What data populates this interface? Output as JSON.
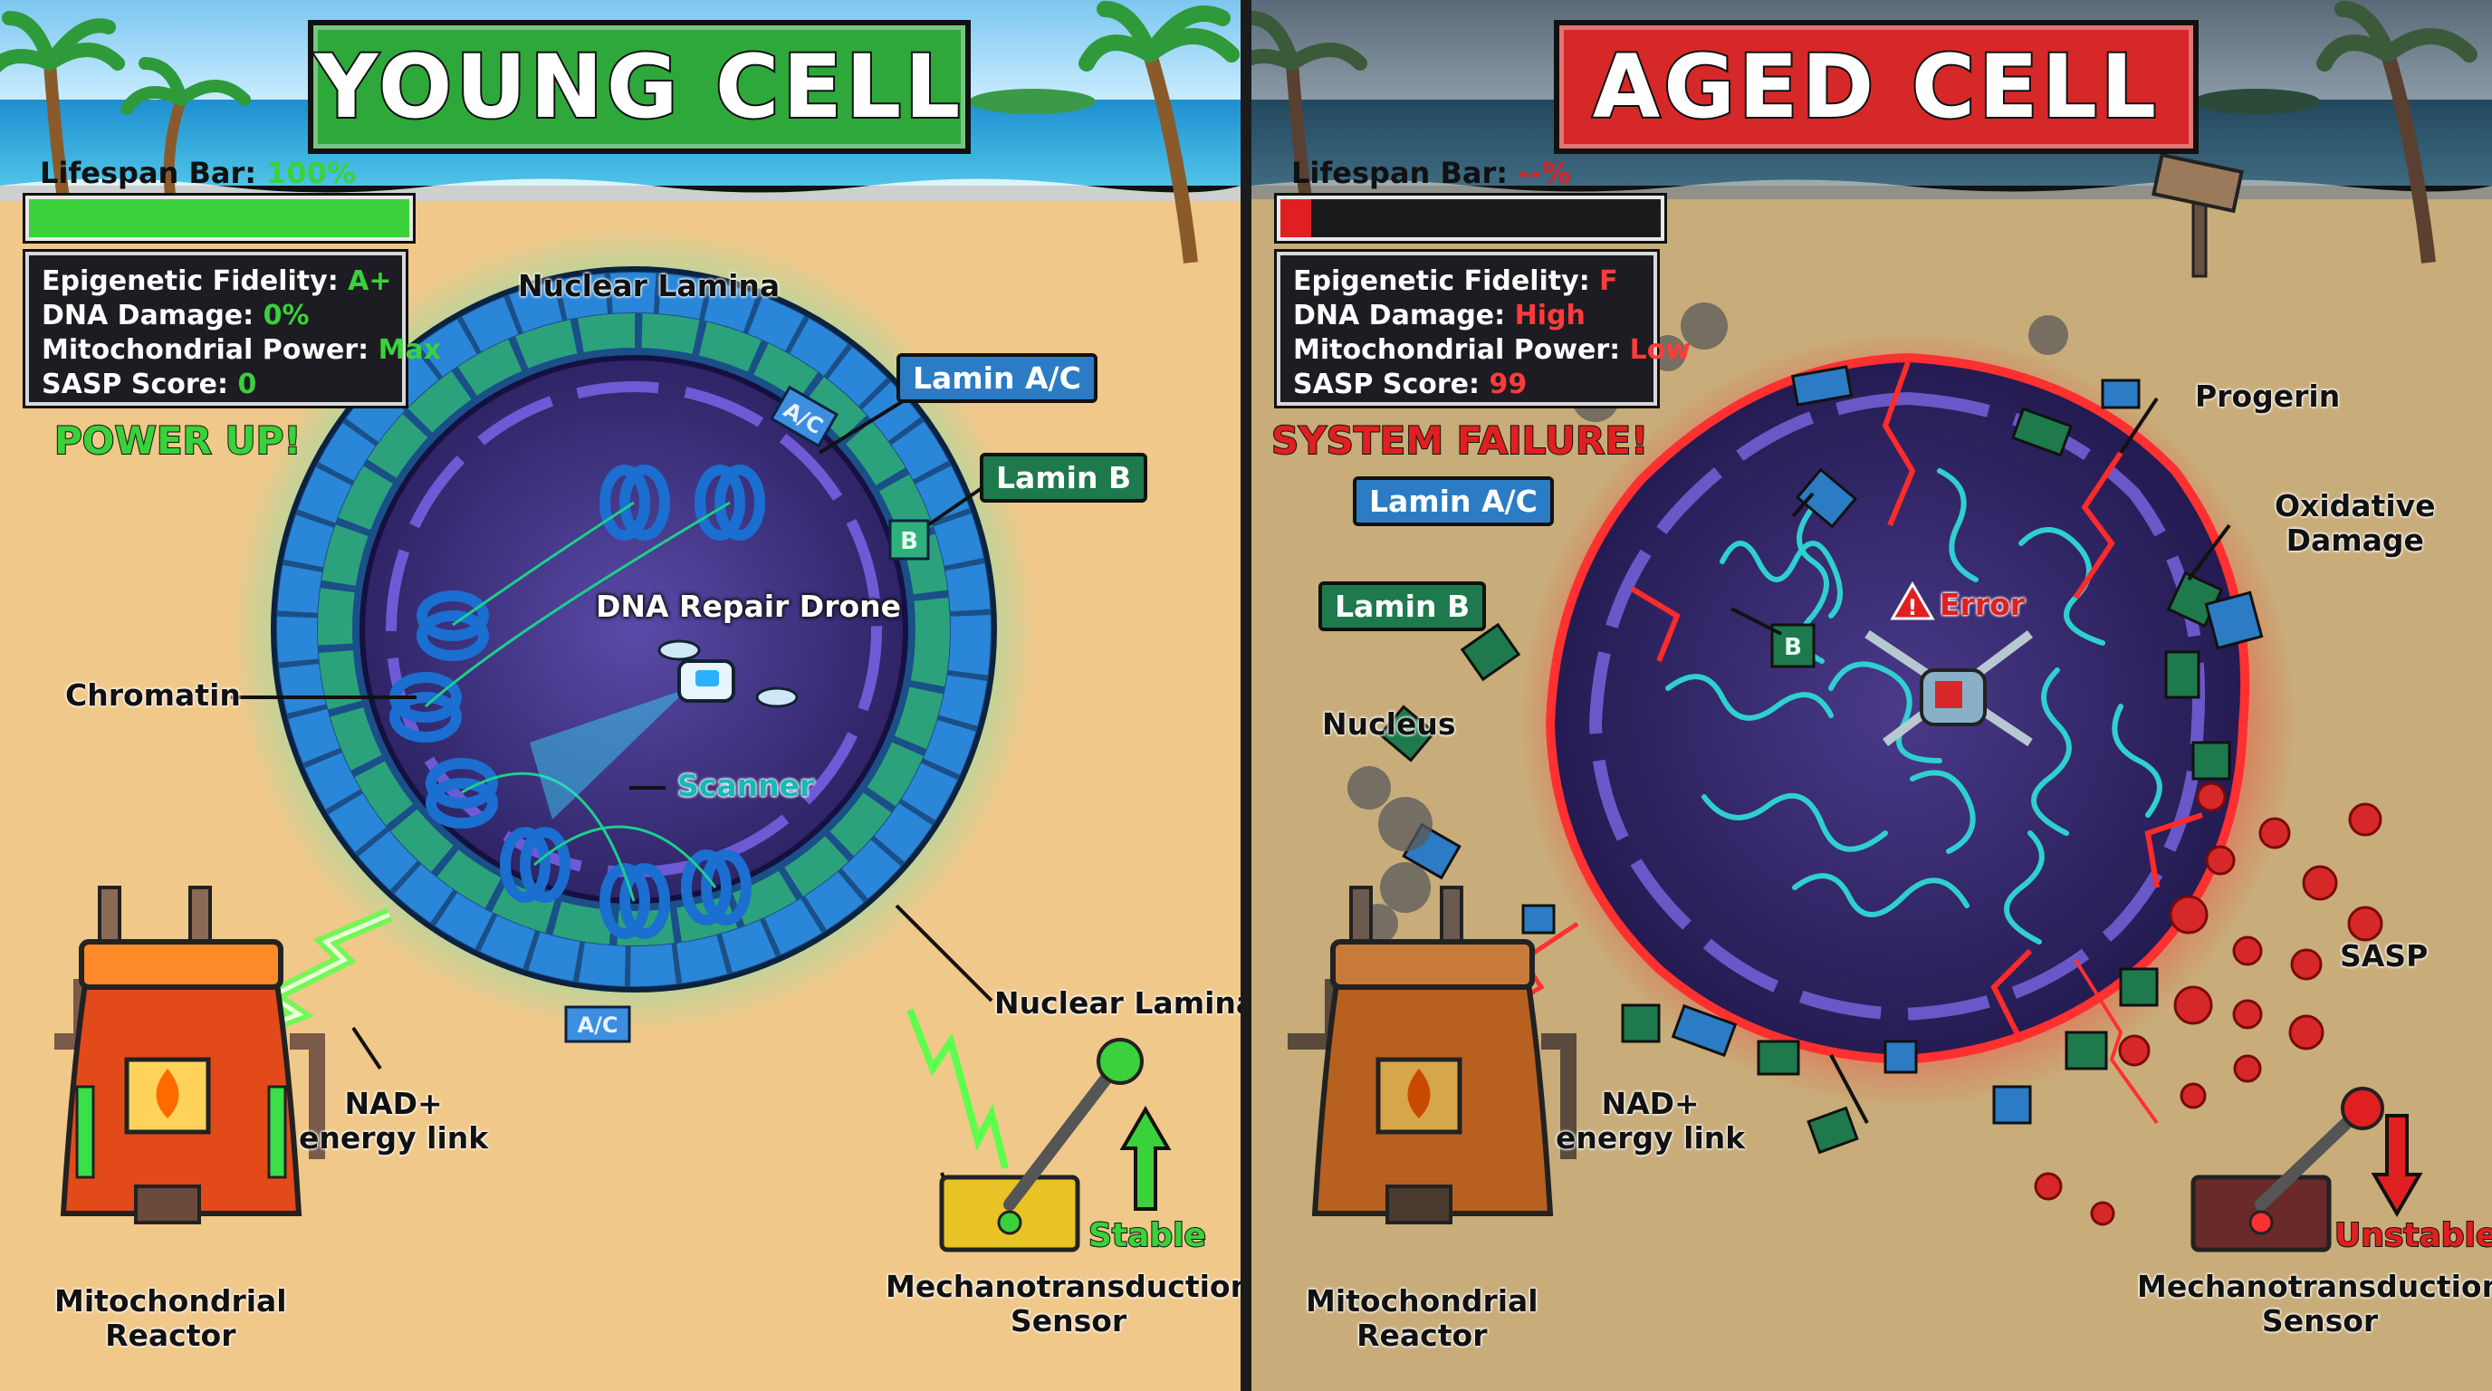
{
  "left": {
    "title": "YOUNG CELL",
    "lifespan_label": "Lifespan Bar:",
    "lifespan_value": "100%",
    "lifespan_fraction": 1.0,
    "stats": [
      {
        "label": "Epigenetic Fidelity:",
        "value": "A+"
      },
      {
        "label": "DNA Damage:",
        "value": "0%"
      },
      {
        "label": "Mitochondrial Power:",
        "value": "Max"
      },
      {
        "label": "SASP Score:",
        "value": "0"
      }
    ],
    "banner": "POWER UP!",
    "labels": {
      "nuclear_lamina_top": "Nuclear Lamina",
      "lamin_ac": "Lamin A/C",
      "lamin_b": "Lamin B",
      "chromatin": "Chromatin",
      "dna_repair_drone": "DNA Repair Drone",
      "scanner": "Scanner",
      "nuclear_lamina_bottom": "Nuclear Lamina",
      "nad_link": "NAD+\nenergy link",
      "reactor": "Mitochondrial\nReactor",
      "sensor": "Mechanotransduction\nSensor",
      "sensor_state": "Stable",
      "plate_ac": "A/C",
      "plate_b": "B"
    },
    "colors": {
      "accent": "#2ea83b",
      "value": "#3ad13a"
    }
  },
  "right": {
    "title": "AGED CELL",
    "lifespan_label": "Lifespan Bar:",
    "lifespan_value": "--%",
    "lifespan_fraction": 0.08,
    "stats": [
      {
        "label": "Epigenetic Fidelity:",
        "value": "F"
      },
      {
        "label": "DNA Damage:",
        "value": "High"
      },
      {
        "label": "Mitochondrial Power:",
        "value": "Low"
      },
      {
        "label": "SASP Score:",
        "value": "99"
      }
    ],
    "banner": "SYSTEM FAILURE!",
    "labels": {
      "progerin": "Progerin",
      "oxidative_damage": "Oxidative\nDamage",
      "lamin_ac": "Lamin A/C",
      "lamin_b": "Lamin B",
      "nucleus": "Nucleus",
      "error": "Error",
      "sasp": "SASP",
      "nad_link": "NAD+\nenergy link",
      "reactor": "Mitochondrial\nReactor",
      "sensor": "Mechanotransduction\nSensor",
      "sensor_state": "Unstable",
      "plate_b": "B"
    },
    "colors": {
      "accent": "#d62828",
      "value": "#ff3b3b"
    }
  }
}
